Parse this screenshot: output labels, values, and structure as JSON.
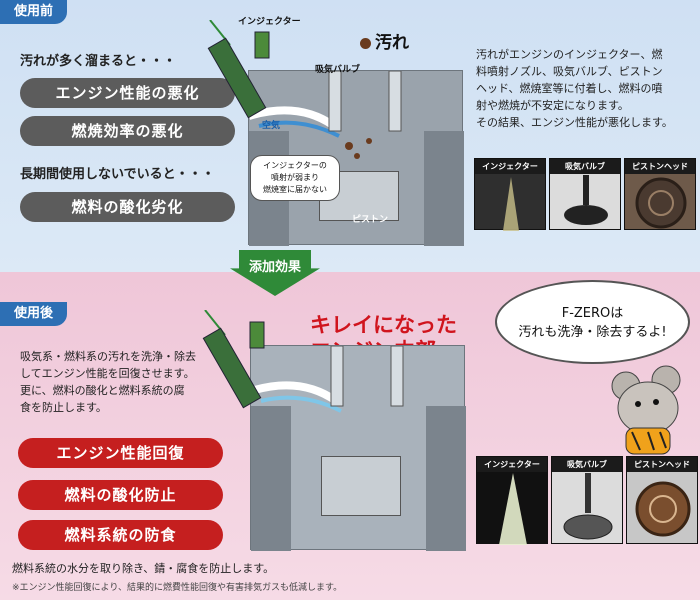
{
  "before": {
    "tab": "使用前",
    "lead1": "汚れが多く溜まると・・・",
    "pill1": "エンジン性能の悪化",
    "pill2": "燃焼効率の悪化",
    "lead2": "長期間使用しないでいると・・・",
    "pill3": "燃料の酸化劣化",
    "dirt_title": "汚れ",
    "label_injector": "インジェクター",
    "label_valve": "吸気バルブ",
    "label_air": "空気",
    "label_piston": "ピストン",
    "callout": [
      "インジェクターの",
      "噴射が弱まり",
      "燃焼室に届かない"
    ],
    "description": [
      "汚れがエンジンのインジェクター、燃",
      "料噴射ノズル、吸気バルブ、ピストン",
      "ヘッド、燃焼室等に付着し、燃料の噴",
      "射や燃焼が不安定になります。",
      "その結果、エンジン性能が悪化します。"
    ],
    "thumbs": [
      "インジェクター",
      "吸気バルブ",
      "ピストンヘッド"
    ]
  },
  "arrow_label": "添加効果",
  "after": {
    "tab": "使用後",
    "headline": [
      "キレイになった",
      "エンジン内部"
    ],
    "bubble": [
      "F-ZEROは",
      "汚れも洗浄・除去するよ!"
    ],
    "description": [
      "吸気系・燃料系の汚れを洗浄・除去",
      "してエンジン性能を回復させます。",
      "更に、燃料の酸化と燃料系統の腐",
      "食を防止します。"
    ],
    "pill1": "エンジン性能回復",
    "pill2": "燃料の酸化防止",
    "pill3": "燃料系統の防食",
    "thumbs": [
      "インジェクター",
      "吸気バルブ",
      "ピストンヘッド"
    ]
  },
  "footer": "燃料系統の水分を取り除き、錆・腐食を防止します。",
  "footnote": "※エンジン性能回復により、結果的に燃費性能回復や有害排気ガスも低減します。",
  "colors": {
    "blue_tab": "#2d6fb4",
    "red_pill": "#c51f1f",
    "gray_pill": "#5c5c5c",
    "headline": "#d0141d",
    "arrow": "#2f8a38"
  }
}
